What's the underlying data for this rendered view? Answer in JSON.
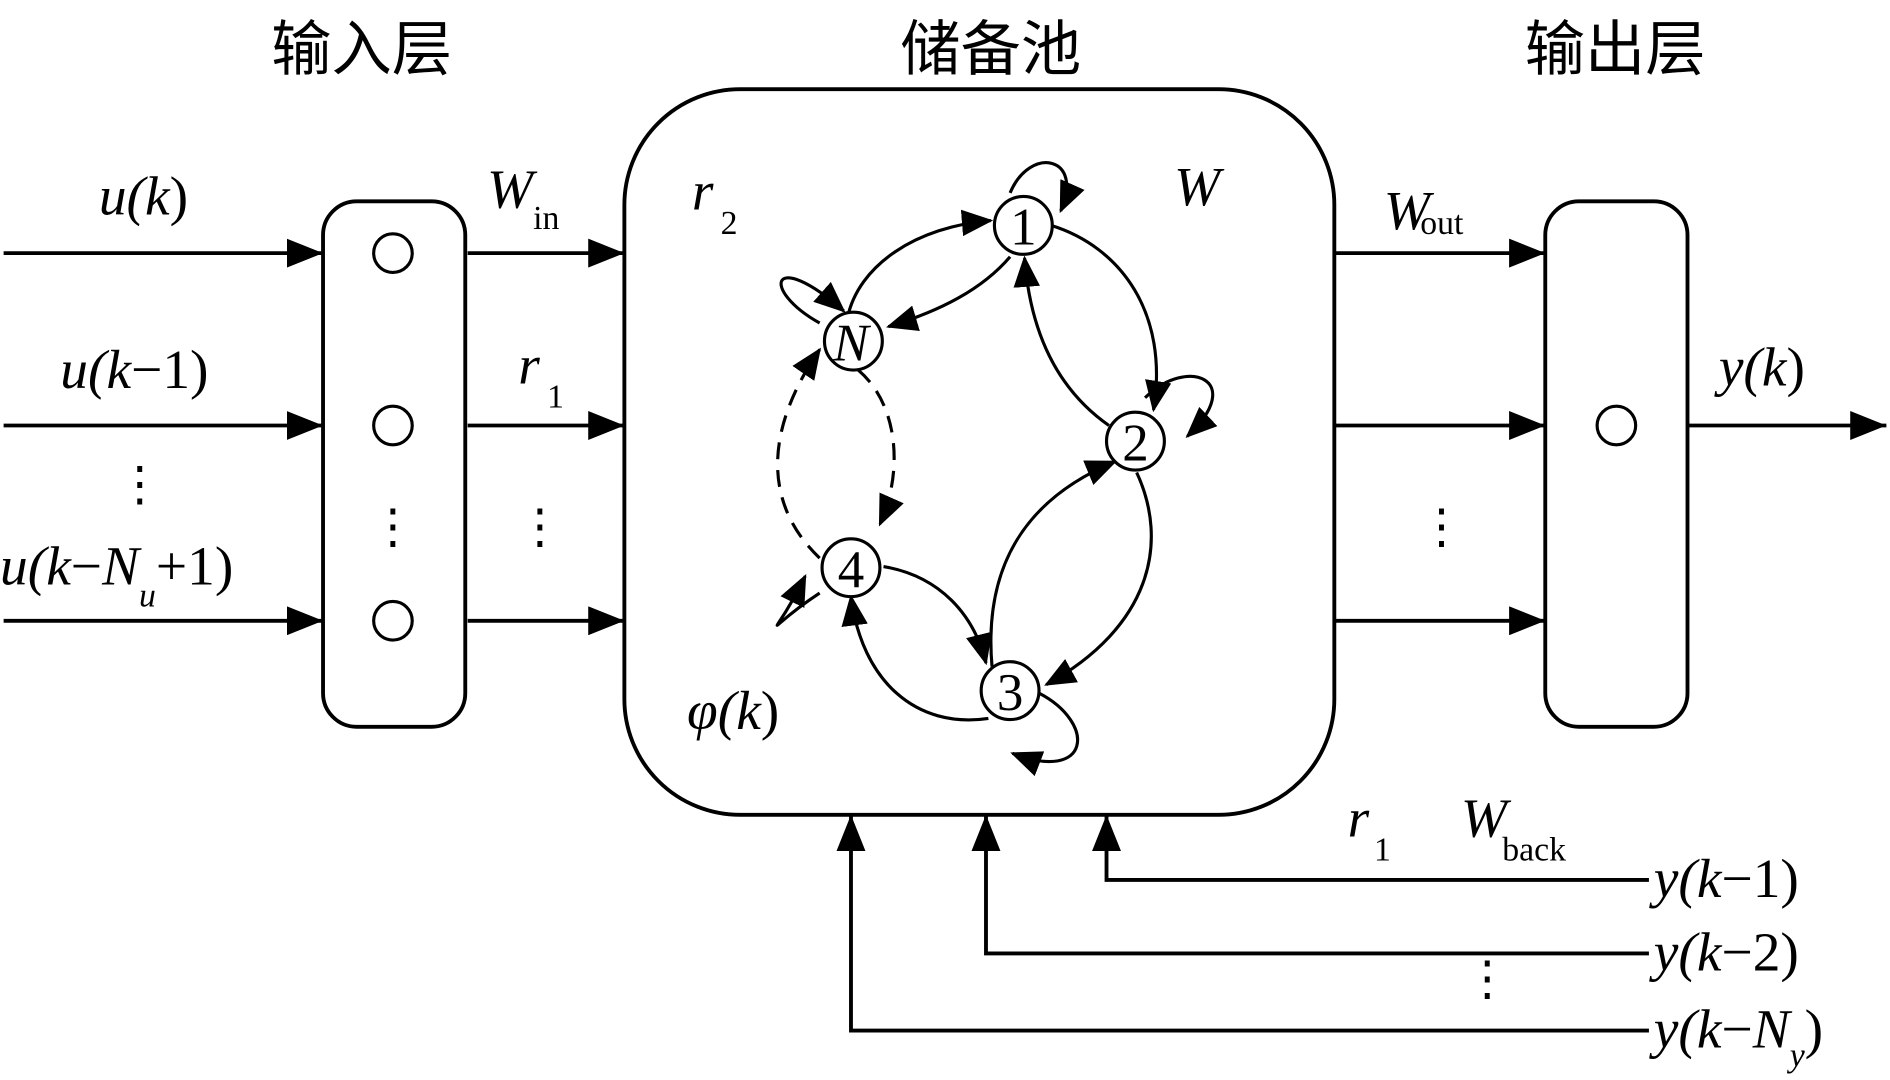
{
  "diagram": {
    "type": "echo-state-network",
    "headers": {
      "input_layer": "输入层",
      "reservoir": "储备池",
      "output_layer": "输出层"
    },
    "inputs": [
      {
        "base": "u(",
        "var": "k",
        "tail": ")"
      },
      {
        "base": "u(",
        "var": "k",
        "tail": "−1)"
      },
      {
        "base": "u(",
        "var": "k",
        "tail": "−",
        "N": "N",
        "sub": "u",
        "end": "+1)"
      }
    ],
    "ellipsis": "⋮",
    "weights": {
      "w_in": {
        "main": "W",
        "sub": "in"
      },
      "r1_in": {
        "main": "r",
        "sub": "1"
      },
      "r2": {
        "main": "r",
        "sub": "2"
      },
      "w": "W",
      "phi": {
        "main": "φ(",
        "var": "k",
        "tail": ")"
      },
      "w_out": {
        "main": "W",
        "sub": "out"
      },
      "r1_back": {
        "main": "r",
        "sub": "1"
      },
      "w_back": {
        "main": "W",
        "sub": "back"
      }
    },
    "reservoir_nodes": [
      "1",
      "2",
      "3",
      "4",
      "N"
    ],
    "reservoir_edges": [
      {
        "from": "N",
        "to": "1",
        "style": "solid"
      },
      {
        "from": "1",
        "to": "N",
        "style": "solid"
      },
      {
        "from": "1",
        "to": "2",
        "style": "solid"
      },
      {
        "from": "2",
        "to": "1",
        "style": "solid"
      },
      {
        "from": "2",
        "to": "3",
        "style": "solid"
      },
      {
        "from": "3",
        "to": "2",
        "style": "solid"
      },
      {
        "from": "4",
        "to": "3",
        "style": "solid"
      },
      {
        "from": "3",
        "to": "4",
        "style": "solid"
      },
      {
        "from": "N",
        "to": "4",
        "style": "dashed"
      },
      {
        "from": "4",
        "to": "N",
        "style": "dashed"
      },
      {
        "from": "1",
        "to": "1",
        "style": "self-loop"
      },
      {
        "from": "2",
        "to": "2",
        "style": "self-loop"
      },
      {
        "from": "3",
        "to": "3",
        "style": "self-loop"
      },
      {
        "from": "4",
        "to": "4",
        "style": "self-loop"
      },
      {
        "from": "N",
        "to": "N",
        "style": "self-loop"
      }
    ],
    "output": {
      "base": "y(",
      "var": "k",
      "tail": ")"
    },
    "feedback": [
      {
        "base": "y(",
        "var": "k",
        "tail": "−1)"
      },
      {
        "base": "y(",
        "var": "k",
        "tail": "−2)"
      },
      {
        "base": "y(",
        "var": "k",
        "tail": "−",
        "N": "N",
        "sub": "y",
        "end": ")"
      }
    ]
  }
}
